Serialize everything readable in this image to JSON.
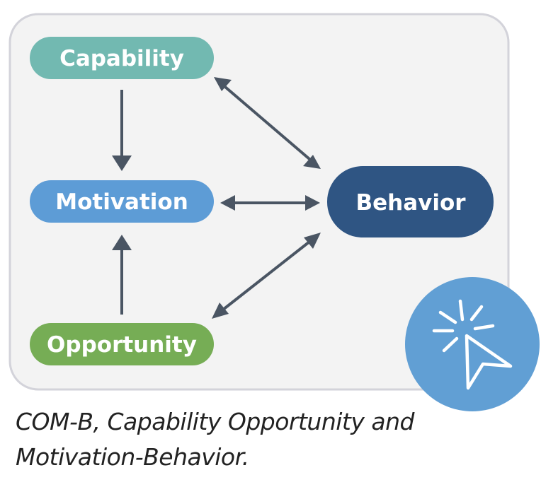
{
  "diagram": {
    "nodes": {
      "capability": {
        "label": "Capability",
        "color": "#72b9b1"
      },
      "motivation": {
        "label": "Motivation",
        "color": "#5d9cd6"
      },
      "opportunity": {
        "label": "Opportunity",
        "color": "#76ad55"
      },
      "behavior": {
        "label": "Behavior",
        "color": "#2f5583"
      }
    },
    "edges": [
      {
        "from": "capability",
        "to": "motivation",
        "type": "single"
      },
      {
        "from": "opportunity",
        "to": "motivation",
        "type": "single"
      },
      {
        "from": "capability",
        "to": "behavior",
        "type": "double"
      },
      {
        "from": "motivation",
        "to": "behavior",
        "type": "double"
      },
      {
        "from": "opportunity",
        "to": "behavior",
        "type": "double"
      }
    ],
    "arrow_color": "#4a5563",
    "panel_color": "#f3f3f3",
    "badge": {
      "icon": "cursor-click-icon",
      "color": "#619fd4"
    }
  },
  "caption": {
    "line1": "COM-B, Capability Opportunity and",
    "line2": "Motivation-Behavior."
  }
}
